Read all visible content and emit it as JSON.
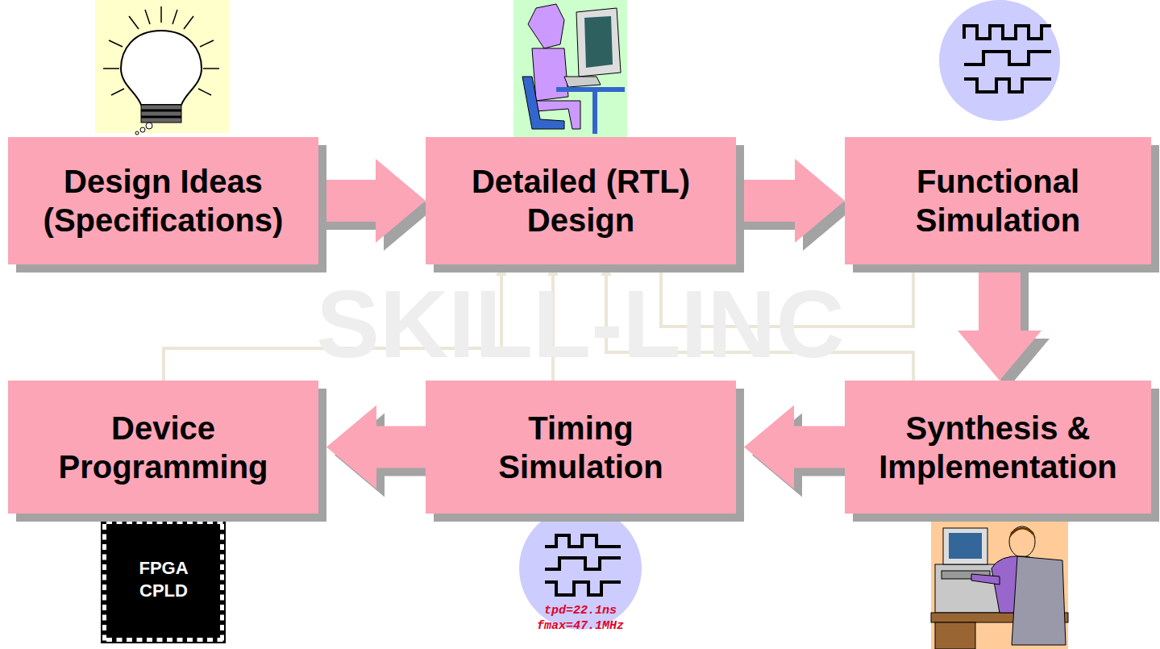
{
  "diagram": {
    "nodes": [
      {
        "text": [
          "Design Ideas (Specifications)"
        ]
      },
      {
        "text": [
          "Detailed (RTL) Design"
        ]
      },
      {
        "text": [
          "Functional Simulation"
        ]
      },
      {
        "text": [
          "Synthesis & Implementation"
        ]
      },
      {
        "text": [
          "Timing Simulation"
        ]
      },
      {
        "text": [
          "Device Programming"
        ]
      }
    ],
    "edges": [
      {
        "from": 0,
        "to": 1,
        "arrow": "to"
      },
      {
        "from": 1,
        "to": 2,
        "arrow": "to"
      },
      {
        "from": 2,
        "to": 3,
        "arrow": "to"
      },
      {
        "from": 3,
        "to": 4,
        "arrow": "to"
      },
      {
        "from": 4,
        "to": 5,
        "arrow": "to"
      },
      {
        "from": 2,
        "to": 1,
        "arrow": "to"
      },
      {
        "from": 3,
        "to": 1,
        "arrow": "to"
      },
      {
        "from": 4,
        "to": 1,
        "arrow": "to"
      },
      {
        "from": 5,
        "to": 1,
        "arrow": "to"
      }
    ],
    "labels": [
      "SKILL-LINC",
      "FPGA",
      "CPLD",
      "tpd=22.1ns",
      "fmax=47.1MHz"
    ]
  }
}
